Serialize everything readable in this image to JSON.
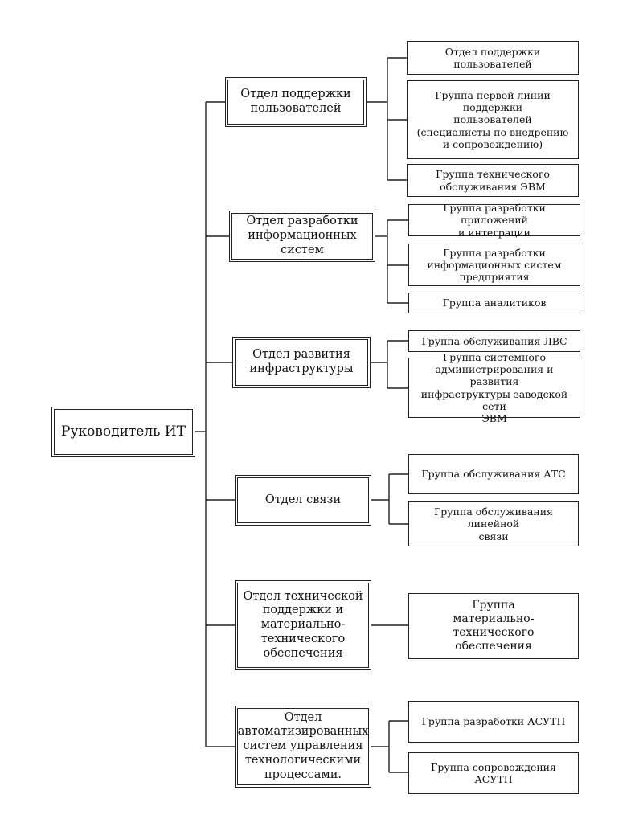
{
  "root": {
    "label": "Руководитель ИТ"
  },
  "departments": [
    {
      "label": "Отдел поддержки\nпользователей",
      "groups": [
        "Отдел поддержки\nпользователей",
        "Группа первой линии\nподдержки\nпользователей\n(специалисты по внедрению\nи сопровождению)",
        "Группа технического\nобслуживания ЭВМ"
      ]
    },
    {
      "label": "Отдел разработки\nинформационных\nсистем",
      "groups": [
        "Группа разработки приложений\nи интеграции",
        "Группа разработки\nинформационных систем\nпредприятия",
        "Группа аналитиков"
      ]
    },
    {
      "label": "Отдел развития\nинфраструктуры",
      "groups": [
        "Группа обслуживания ЛВС",
        "Группа системного\nадминистрирования и развития\nинфраструктуры заводской сети\nЭВМ"
      ]
    },
    {
      "label": "Отдел связи",
      "groups": [
        "Группа обслуживания АТС",
        "Группа обслуживания линейной\nсвязи"
      ]
    },
    {
      "label": "Отдел технической\nподдержки и\nматериально-\nтехнического\nобеспечения",
      "groups": [
        "Группа\nматериально-\nтехнического\nобеспечения"
      ]
    },
    {
      "label": "Отдел\nавтоматизированных\nсистем управления\nтехнологическими\nпроцессами.",
      "groups": [
        "Группа разработки АСУТП",
        "Группа сопровождения АСУТП"
      ]
    }
  ]
}
